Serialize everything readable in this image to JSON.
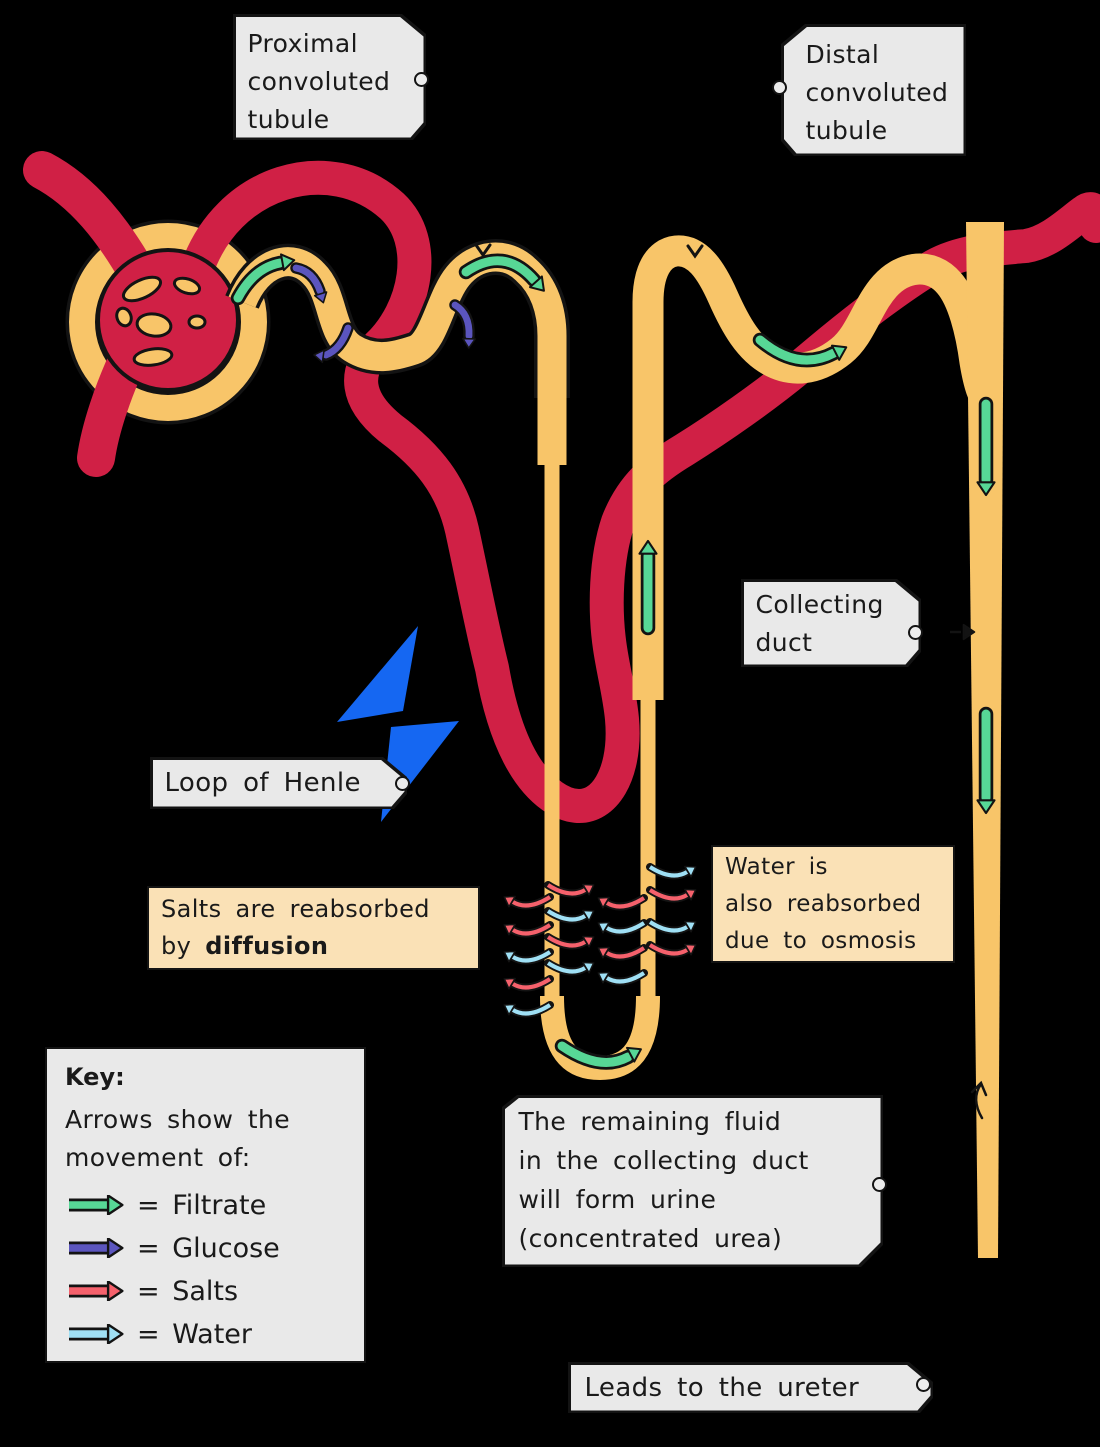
{
  "labels": {
    "proximal": {
      "line1": "Proximal",
      "line2": "convoluted",
      "line3": "tubule"
    },
    "distal": {
      "line1": "Distal",
      "line2": "convoluted",
      "line3": "tubule"
    },
    "collecting_duct": {
      "line1": "Collecting",
      "line2": "duct"
    },
    "loop_of_henle": {
      "text": "Loop of Henle"
    },
    "ureter": {
      "text": "Leads to the ureter"
    }
  },
  "annotations": {
    "salts": {
      "line1": "Salts are reabsorbed",
      "line2_normal": "by",
      "line2_bold": "diffusion"
    },
    "water": {
      "line1": "Water is",
      "line2": "also reabsorbed",
      "line3": "due to osmosis"
    },
    "urine": {
      "line1": "The remaining fluid",
      "line2": "in the collecting duct",
      "line3": "will form urine",
      "line4": "(concentrated urea)"
    }
  },
  "key": {
    "heading": "Key:",
    "description_line1": "Arrows show the",
    "description_line2": "movement of:",
    "items": [
      {
        "name": "filtrate",
        "label": "= Filtrate",
        "color": "#57D796"
      },
      {
        "name": "glucose",
        "label": "= Glucose",
        "color": "#5B55BE"
      },
      {
        "name": "salts",
        "label": "= Salts",
        "color": "#F5616C"
      },
      {
        "name": "water",
        "label": "= Water",
        "color": "#9FE0F5"
      }
    ]
  },
  "colors": {
    "background": "#000000",
    "tubule_yellow": "#F8C569",
    "blood_vessel_red": "#D02045",
    "filtrate_green": "#57D796",
    "glucose_purple": "#5B55BE",
    "salts_red": "#F5616C",
    "water_blue": "#9FE0F5",
    "lightning_blue": "#1567F2",
    "label_gray": "#E9E9E9",
    "note_peach": "#FAE1B6"
  }
}
